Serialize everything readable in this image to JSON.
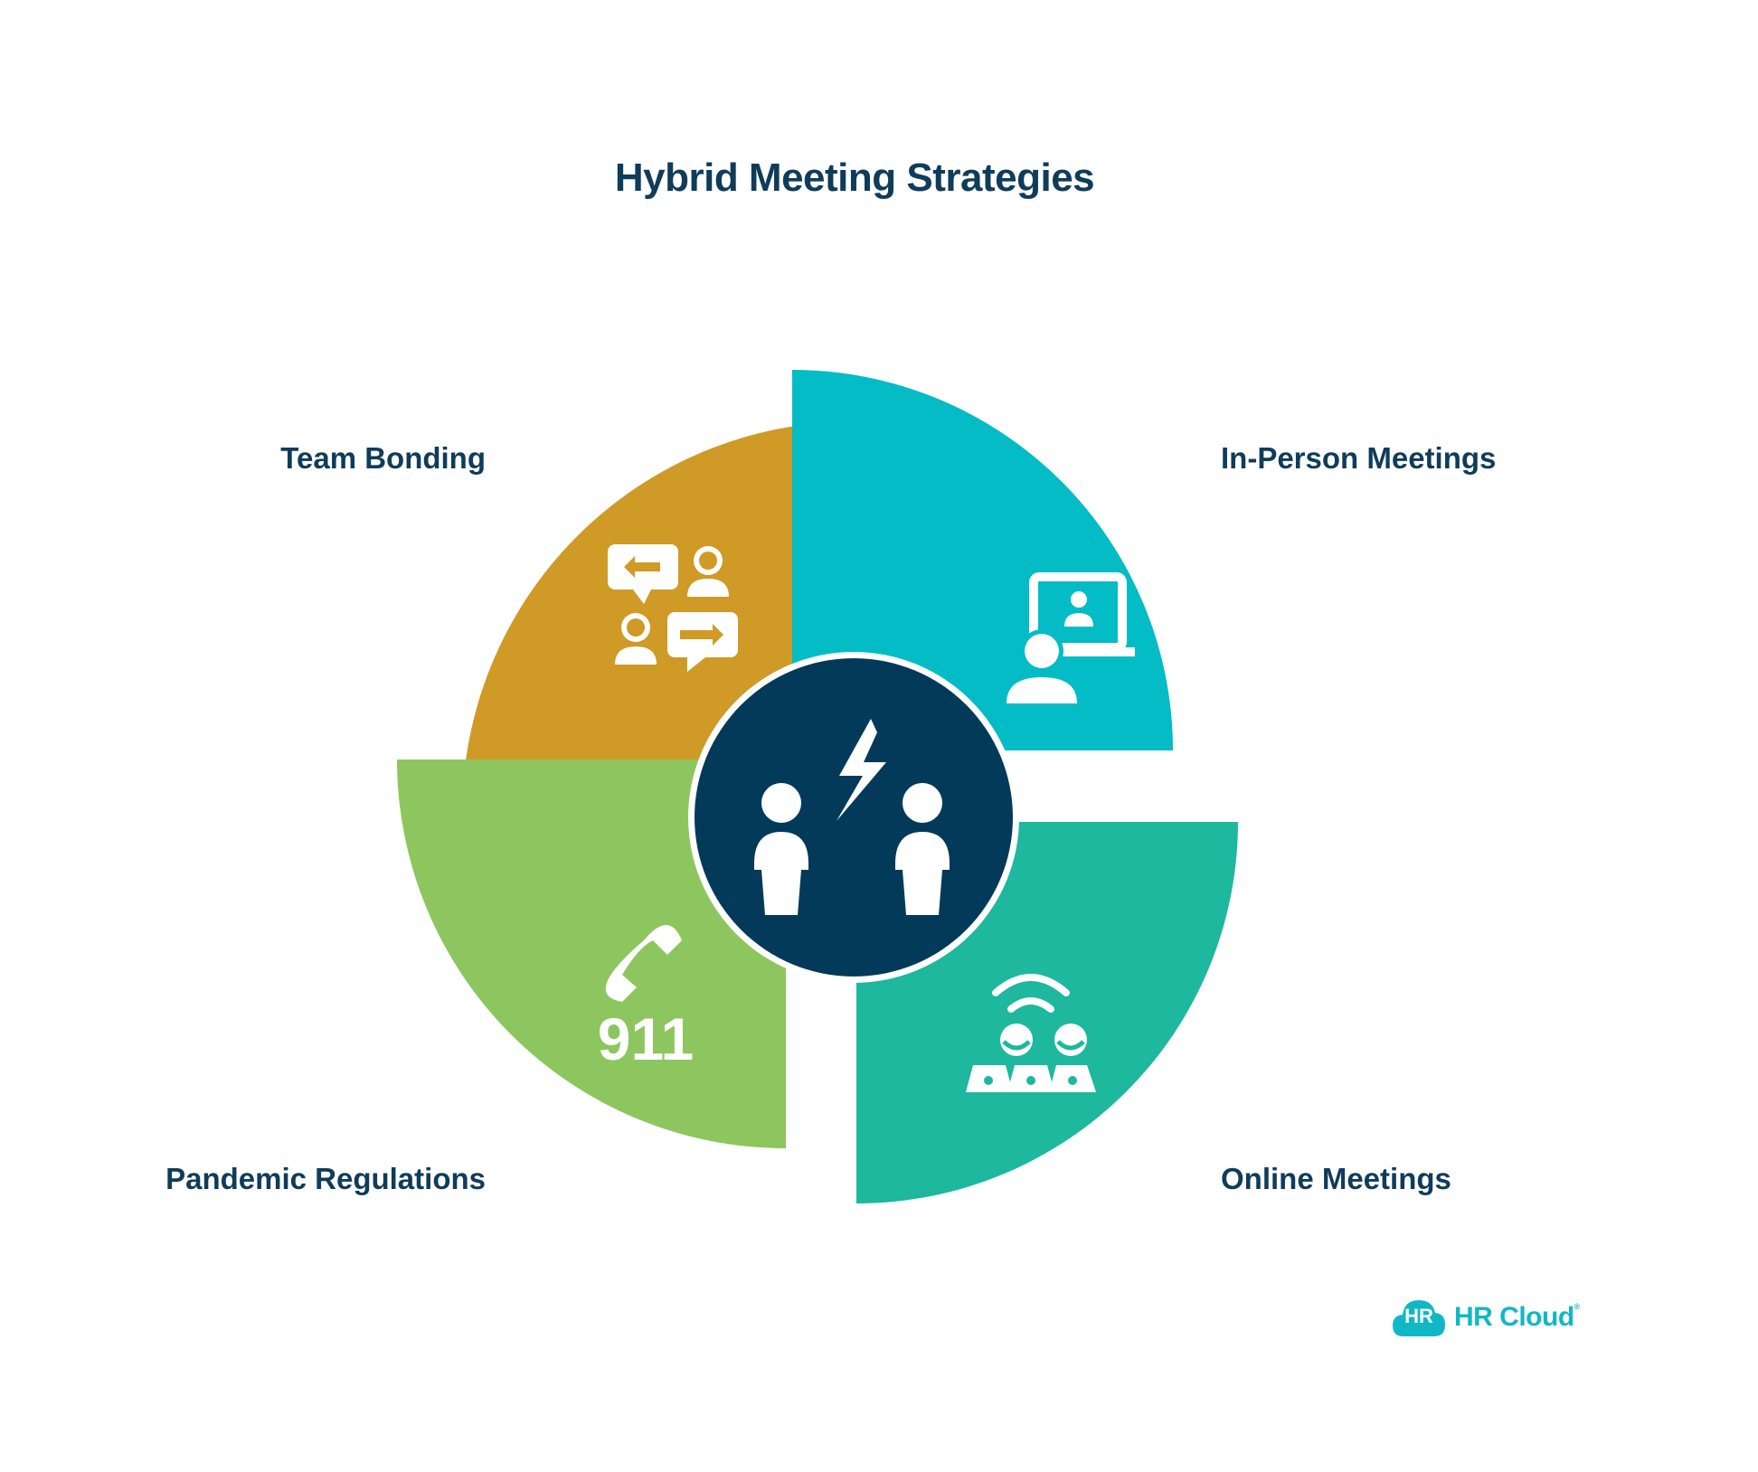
{
  "title": "Hybrid Meeting Strategies",
  "segments": [
    {
      "label": "Team Bonding",
      "icon": "conversation-icon",
      "color": "#CF9A26"
    },
    {
      "label": "In-Person Meetings",
      "icon": "presenter-screen-icon",
      "color": "#03BCC5"
    },
    {
      "label": "Pandemic Regulations",
      "icon": "emergency-911-call-icon",
      "icon_text": "911",
      "color": "#8DC65E"
    },
    {
      "label": "Online Meetings",
      "icon": "online-meeting-icon",
      "color": "#1DB89D"
    }
  ],
  "center": {
    "icon": "conflict-people-icon",
    "color": "#033A5A"
  },
  "logo": {
    "mark": "HR",
    "text": "HR Cloud",
    "trademark": "®",
    "color": "#10B8C6"
  }
}
